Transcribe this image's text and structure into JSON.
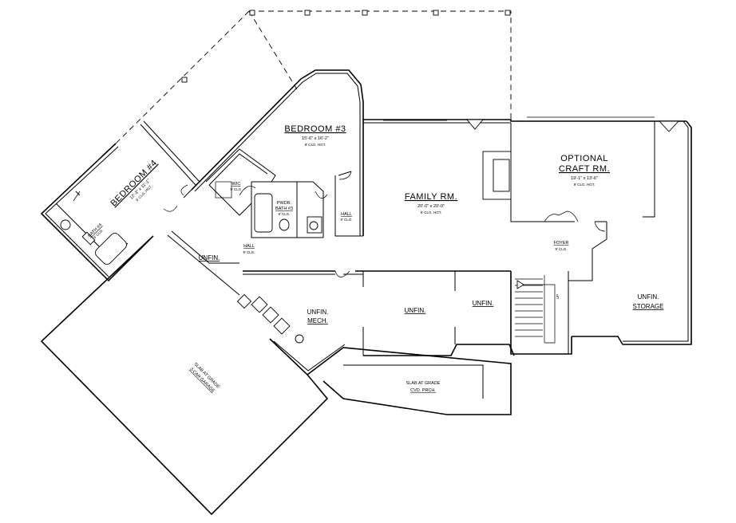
{
  "plan": {
    "rooms": {
      "bedroom3": {
        "name": "BEDROOM #3",
        "size": "15'-6\" x 16'-2\"",
        "ceiling": "9' CLG. HGT."
      },
      "bedroom4": {
        "name": "BEDROOM #4",
        "size": "12'-3\" x 11'-1\"",
        "ceiling": "9' CLG. HGT."
      },
      "family": {
        "name": "FAMILY RM.",
        "size": "20'-0\" x 20'-0\"",
        "ceiling": "9' CLG. HGT."
      },
      "craft": {
        "name_line1": "OPTIONAL",
        "name_line2": "CRAFT RM.",
        "size": "19'-1\" x 13'-6\"",
        "ceiling": "9' CLG. HGT."
      },
      "wic": {
        "name": "WIC",
        "ceiling": "9' CLG."
      },
      "powder_bath": {
        "name_line1": "PWDR.",
        "name_line2": "BATH #3",
        "ceiling": "9' CLG."
      },
      "bath4": {
        "name_line1": "BATH #4",
        "name_line2": "9' CLG."
      },
      "hall_right": {
        "name": "HALL",
        "ceiling": "9' CLG."
      },
      "hall_lower": {
        "name": "HALL",
        "ceiling": "9' CLG."
      },
      "foyer": {
        "name": "FOYER",
        "ceiling": "9' CLG."
      },
      "unfin_left": {
        "name": "UNFIN."
      },
      "unfin_mech": {
        "name_line1": "UNFIN.",
        "name_line2": "MECH."
      },
      "unfin_mid": {
        "name": "UNFIN."
      },
      "unfin_right": {
        "name": "UNFIN."
      },
      "unfin_storage": {
        "name_line1": "UNFIN.",
        "name_line2": "STORAGE"
      },
      "stairs": {
        "label": "UP"
      },
      "porch": {
        "name_line1": "SLAB AT GRADE",
        "name_line2": "CVD. PRCH."
      },
      "garage": {
        "name_line1": "SLAB AT GRADE",
        "name_line2": "3-CAR GARAGE"
      }
    }
  }
}
